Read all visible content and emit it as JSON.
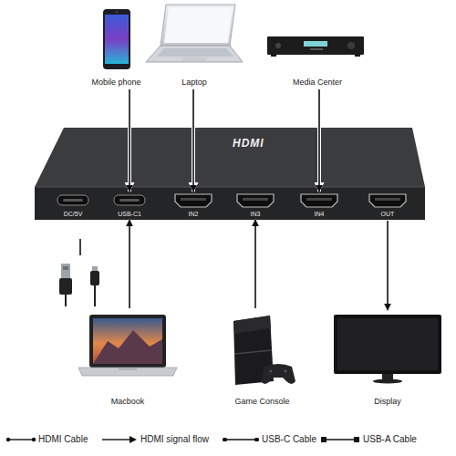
{
  "diagram": {
    "nodes": [
      {
        "text": [
          "Mobile phone"
        ]
      },
      {
        "text": [
          "Laptop"
        ]
      },
      {
        "text": [
          "Media Center"
        ]
      },
      {
        "text": [
          "HDMI"
        ]
      },
      {
        "text": [
          "DC/5V"
        ],
        "in": 3
      },
      {
        "text": [
          "USB-C1"
        ],
        "in": 3
      },
      {
        "text": [
          "IN2"
        ],
        "in": 3
      },
      {
        "text": [
          "IN3"
        ],
        "in": 3
      },
      {
        "text": [
          "IN4"
        ],
        "in": 3
      },
      {
        "text": [
          "OUT"
        ],
        "in": 3
      },
      {
        "text": [
          "Macbook"
        ]
      },
      {
        "text": [
          "Game Console"
        ]
      },
      {
        "text": [
          "Display"
        ]
      }
    ],
    "edges": [
      {
        "from": 0,
        "to": 5,
        "arrow": "to"
      },
      {
        "from": 1,
        "to": 6,
        "arrow": "to"
      },
      {
        "from": 2,
        "to": 8,
        "arrow": "to"
      },
      {
        "from": 10,
        "to": 5,
        "arrow": "to"
      },
      {
        "from": 11,
        "to": 7,
        "arrow": "to"
      },
      {
        "from": 9,
        "to": 12,
        "arrow": "to"
      }
    ],
    "legend": [
      {
        "text": "HDMI Cable"
      },
      {
        "text": "HDMI signal flow"
      },
      {
        "text": "USB-C Cable"
      },
      {
        "text": "USB-A Cable"
      }
    ]
  }
}
